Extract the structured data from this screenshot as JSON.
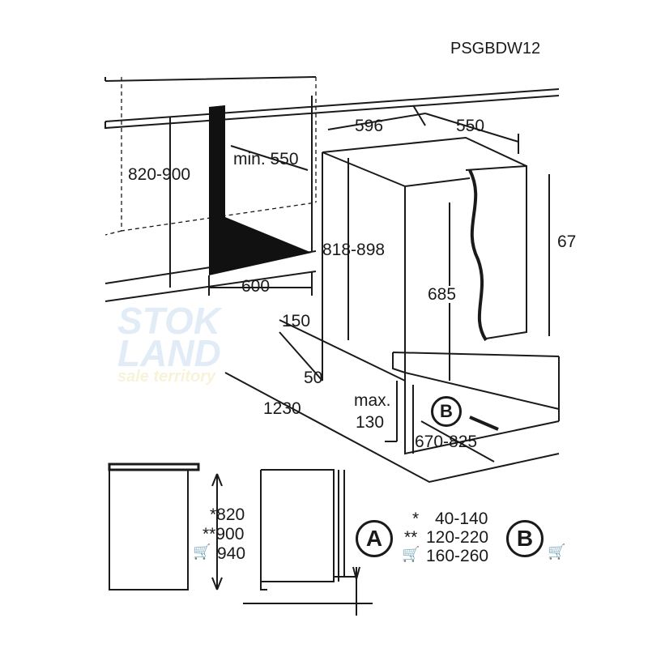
{
  "model": "PSGBDW12",
  "dimensions": {
    "niche_height": "820-900",
    "min_depth": "min. 550",
    "niche_width": "600",
    "appliance_height": "818-898",
    "appliance_width": "596",
    "appliance_depth": "550",
    "right_height": "67",
    "door_height": "685",
    "plinth": "150",
    "gap": "50",
    "total": "1230",
    "max_label": "max.",
    "max_value": "130",
    "range_b": "670-825"
  },
  "side_view": {
    "h1": "*820",
    "h2": "**900",
    "h3": "940"
  },
  "legend_a": {
    "letter": "A",
    "rows": [
      {
        "mark": "*",
        "value": "40-140"
      },
      {
        "mark": "**",
        "value": "120-220"
      },
      {
        "mark": "cart-icon",
        "value": "160-260"
      }
    ]
  },
  "legend_b": {
    "letter": "B"
  },
  "marker_b": "B",
  "watermark": {
    "line1": "STOK",
    "line2": "LAND",
    "line3": "sale territory"
  }
}
